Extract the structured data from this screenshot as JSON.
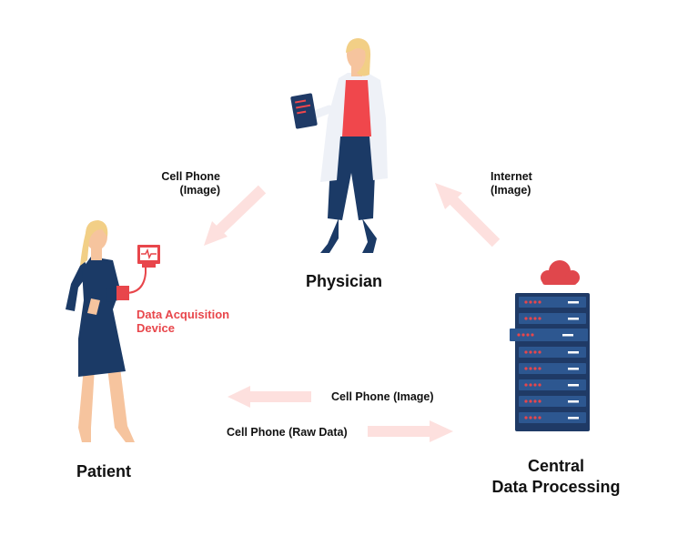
{
  "nodes": {
    "physician": {
      "label": "Physician"
    },
    "patient": {
      "label": "Patient"
    },
    "device": {
      "line1": "Data Acquisition",
      "line2": "Device"
    },
    "central": {
      "line1": "Central",
      "line2": "Data Processing"
    }
  },
  "edges": {
    "physician_to_patient": {
      "line1": "Cell Phone",
      "line2": "(Image)"
    },
    "central_to_physician": {
      "line1": "Internet",
      "line2": "(Image)"
    },
    "central_to_patient": {
      "label": "Cell Phone (Image)"
    },
    "patient_to_central": {
      "label": "Cell Phone (Raw Data)"
    }
  },
  "colors": {
    "arrow": "#fde0de",
    "accent_red": "#e8464b",
    "navy": "#1b3a66",
    "server_dark": "#1f3a66",
    "cloud": "#e0474c",
    "skin": "#f6c49e",
    "hair": "#f2cf86"
  }
}
